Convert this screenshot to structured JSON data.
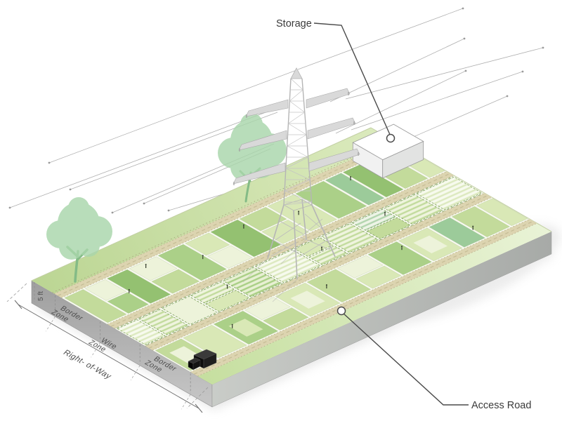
{
  "diagram": {
    "callouts": {
      "storage": "Storage",
      "access_road": "Access Road"
    },
    "dimensions": {
      "edge_width": "5 ft",
      "right_of_way": "Right- of-Way"
    },
    "zones": [
      {
        "line1": "Border",
        "line2": "Zone"
      },
      {
        "line1": "Wire",
        "line2": "Zone"
      },
      {
        "line1": "Border",
        "line2": "Zone"
      }
    ],
    "colors": {
      "g1": "#edf3da",
      "g2": "#d9e8b6",
      "g3": "#c3db9b",
      "g4": "#abd088",
      "g5": "#94c171",
      "g6": "#9ccb9a",
      "band_bg": "#f7f9ef",
      "road": "#dcd4b0",
      "road_dash": "#c5bc95",
      "road_edge": "#b3ab86",
      "strip_far_a": "#bcd694",
      "strip_far_b": "#dbeabd",
      "strip_front_a": "#c6dfa0",
      "strip_front_b": "#e9f3d6",
      "slab_left_a": "#9e9e9e",
      "slab_left_b": "#c8c8c8",
      "slab_right_a": "#c9ccc8",
      "slab_right_b": "#a7aaa7",
      "hatch_l_bg": "#f7faee",
      "hatch_l_st": "#dce9bf",
      "hatch_m_bg": "#eff4de",
      "hatch_m_st": "#c2db9d",
      "hatch_d_bg": "#e8f0d3",
      "hatch_d_st": "#a9cf85",
      "hatch_s_bg": "#eef4e7",
      "hatch_s_st": "#b2d5ae",
      "wire_dash": "#87a567",
      "tree": "#a9d6ab",
      "trunk": "#84bb86",
      "tower": "#b5b5b5",
      "tower_fill": "#d9d9d9",
      "wire_line": "#b0b0b0",
      "leader": "#4a4a4a",
      "dim": "#6a6a6a",
      "person": "#333b2c",
      "truck": "#161616",
      "ground": "#f4f7ea",
      "edge_line": "#c2cfa3"
    }
  }
}
